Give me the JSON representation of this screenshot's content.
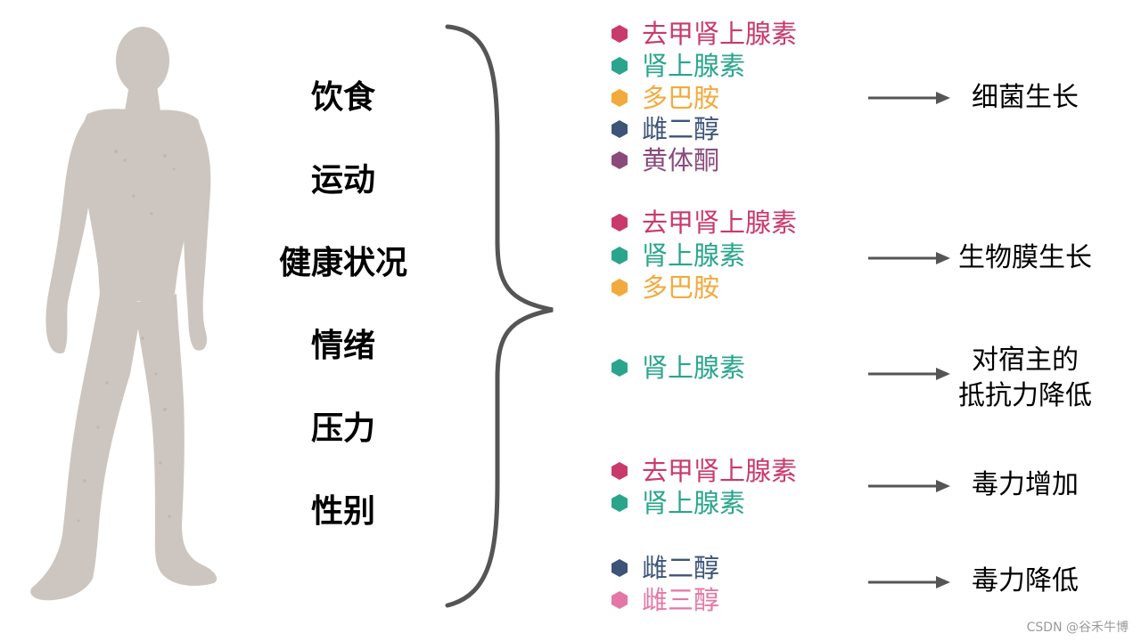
{
  "colors": {
    "noradrenaline": "#c93a6a",
    "adrenaline": "#2aa58c",
    "dopamine": "#f2aa3c",
    "estradiol": "#3d5478",
    "progesterone": "#8a4a7c",
    "estriol": "#e477a6",
    "body": "#cdc6c0",
    "brace": "#555555",
    "arrow": "#555555"
  },
  "factors": [
    "饮食",
    "运动",
    "健康状况",
    "情绪",
    "压力",
    "性别"
  ],
  "groups": [
    {
      "items": [
        {
          "label": "去甲肾上腺素",
          "color": "#c93a6a"
        },
        {
          "label": "肾上腺素",
          "color": "#2aa58c"
        },
        {
          "label": "多巴胺",
          "color": "#f2aa3c"
        },
        {
          "label": "雌二醇",
          "color": "#3d5478"
        },
        {
          "label": "黄体酮",
          "color": "#8a4a7c"
        }
      ],
      "effect": [
        "细菌生长"
      ]
    },
    {
      "items": [
        {
          "label": "去甲肾上腺素",
          "color": "#c93a6a"
        },
        {
          "label": "肾上腺素",
          "color": "#2aa58c"
        },
        {
          "label": "多巴胺",
          "color": "#f2aa3c"
        }
      ],
      "effect": [
        "生物膜生长"
      ]
    },
    {
      "items": [
        {
          "label": "肾上腺素",
          "color": "#2aa58c"
        }
      ],
      "effect": [
        "对宿主的",
        "抵抗力降低"
      ]
    },
    {
      "items": [
        {
          "label": "去甲肾上腺素",
          "color": "#c93a6a"
        },
        {
          "label": "肾上腺素",
          "color": "#2aa58c"
        }
      ],
      "effect": [
        "毒力增加"
      ]
    },
    {
      "items": [
        {
          "label": "雌二醇",
          "color": "#3d5478"
        },
        {
          "label": "雌三醇",
          "color": "#e477a6"
        }
      ],
      "effect": [
        "毒力降低"
      ]
    }
  ],
  "watermark": "CSDN @谷禾牛博"
}
